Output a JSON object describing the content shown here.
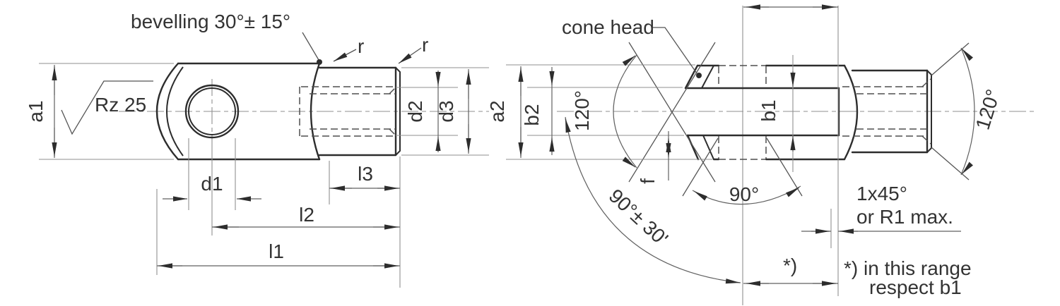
{
  "drawing": {
    "type": "technical-drawing",
    "colors": {
      "ink": "#333333",
      "outline": "#2d2d2d",
      "thin_line": "#8f8f8f",
      "background": "#ffffff"
    },
    "left_view": {
      "bevelling_note": "bevelling 30°± 15°",
      "roughness": "Rz 25",
      "fillet_label": "r",
      "dim_a1": "a1",
      "dim_d1": "d1",
      "dim_l1": "l1",
      "dim_l2": "l2",
      "dim_l3": "l3",
      "dim_d2": "d2",
      "dim_d3": "d3"
    },
    "right_view": {
      "cone_head_note": "cone head",
      "dim_a2": "a2",
      "dim_b2": "b2",
      "dim_b1": "b1",
      "dim_f": "f",
      "cone_angle_left": "120°",
      "cone_angle_right": "120°",
      "mouth_angle": "90°± 30'",
      "vee_angle": "90°",
      "chamfer_note_line1": "1x45°",
      "chamfer_note_line2": "or R1 max.",
      "range_marker": "*)",
      "range_note_line1": "*) in this range",
      "range_note_line2": "respect b1"
    }
  }
}
